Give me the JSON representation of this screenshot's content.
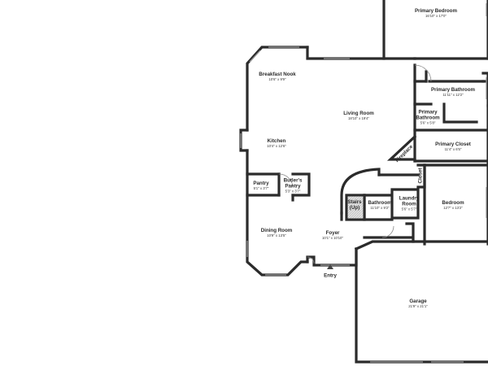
{
  "floor_plan": {
    "rooms": {
      "primary_bedroom": {
        "name": "Primary Bedroom",
        "dims": "16'10\" x 17'0\""
      },
      "breakfast_nook": {
        "name": "Breakfast Nook",
        "dims": "10'6\" x 9'9\""
      },
      "primary_bathroom_a": {
        "name": "Primary Bathroom",
        "dims": "11'11\" x 12'2\""
      },
      "living_room": {
        "name": "Living Room",
        "dims": "18'10\" x 19'4\""
      },
      "primary_bathroom_b": {
        "name_line1": "Primary",
        "name_line2": "Bathroom",
        "dims": "5'6\" x 5'8\""
      },
      "kitchen": {
        "name": "Kitchen",
        "dims": "10'4\" x 12'6\""
      },
      "primary_closet": {
        "name": "Primary Closet",
        "dims": "11'4\" x 6'5\""
      },
      "fireplace": {
        "name": "Fireplace"
      },
      "closet": {
        "name": "Closet"
      },
      "pantry": {
        "name": "Pantry",
        "dims": "5'1\" x 3'7\""
      },
      "butlers_pantry": {
        "name_line1": "Butler's",
        "name_line2": "Pantry",
        "dims": "5'3\" x 3'7\""
      },
      "stairs": {
        "name_line1": "Stairs",
        "name_line2": "(Up)"
      },
      "bathroom": {
        "name": "Bathroom",
        "dims": "11'10\" x 9'2\""
      },
      "laundry_room": {
        "name_line1": "Laundry",
        "name_line2": "Room",
        "dims": "5'6\" x 5'7\""
      },
      "bedroom": {
        "name": "Bedroom",
        "dims": "12'7\" x 13'2\""
      },
      "dining_room": {
        "name": "Dining Room",
        "dims": "10'9\" x 13'5\""
      },
      "foyer": {
        "name": "Foyer",
        "dims": "10'1\" x 10'10\""
      },
      "garage": {
        "name": "Garage",
        "dims": "21'9\" x 21'1\""
      }
    },
    "entry_label": "Entry",
    "colors": {
      "wall": "#2b2b2b",
      "window": "#9a9a9a",
      "background": "#ffffff",
      "stairs_hatch": "#d8d8d8"
    }
  }
}
